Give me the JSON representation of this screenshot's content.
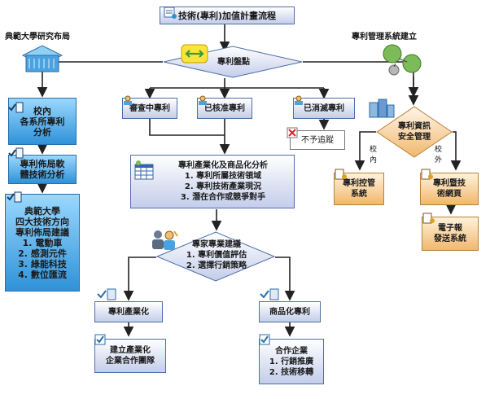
{
  "title": "技術(專利)加值計畫流程",
  "left_header": "典範大學研究布局",
  "right_header": "專利管理系統建立",
  "patent_inventory": "專利盤點",
  "pending": "審查中專利",
  "approved": "已核准專利",
  "expired": "已消滅專利",
  "no_action": "不予追蹤",
  "commercialization_analysis": "專利產業化及商品化分析\n1. 專利所屬技術領域\n2. 專利技術產業現況\n3. 潛在合作或競爭對手",
  "expert_advice": "專家專業建議\n1. 專利價值評估\n2. 選擇行銷策略",
  "industrialization": "專利產業化",
  "productization": "商品化專利",
  "build_team": "建立產業化\n企業合作團隊",
  "cooperation": "合作企業\n1. 行銷推廣\n2. 技術移轉",
  "campus_analysis": "校內\n各系所專利\n分析",
  "software_analysis": "專利佈局軟\n體技術分析",
  "strategy": "典範大學\n四大技術方向\n專利佈局建議\n1. 電動車\n2. 感測元件\n3. 綠能科技\n4. 數位匯流",
  "security": "專利資訊\n安全管理",
  "on_campus": "校\n內",
  "off_campus": "校\n外",
  "control_system": "專利控管\n系統",
  "website": "專利暨技\n術網頁",
  "epaper": "電子報\n發送系統"
}
